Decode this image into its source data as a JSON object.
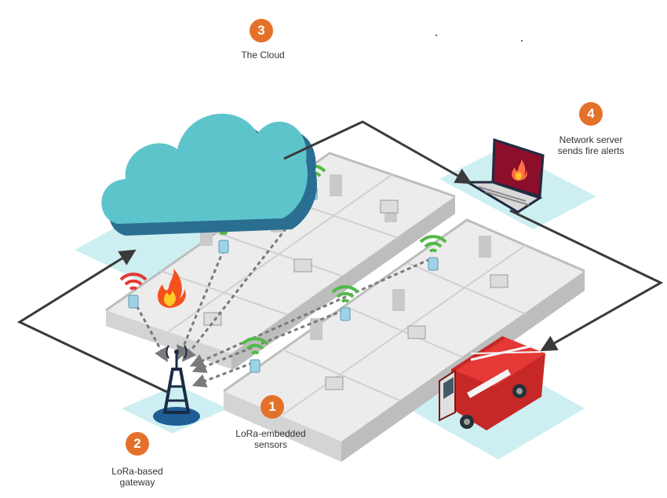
{
  "steps": [
    {
      "number": "3",
      "label_lines": [
        "The Cloud"
      ]
    },
    {
      "number": "4",
      "label_lines": [
        "Network server",
        "sends fire alerts"
      ]
    },
    {
      "number": "1",
      "label_lines": [
        "LoRa-embedded",
        "sensors"
      ]
    },
    {
      "number": "2",
      "label_lines": [
        "LoRa-based",
        "gateway"
      ]
    }
  ],
  "colors": {
    "accent_orange": "#e3712a",
    "cloud_light": "#5ec4cb",
    "cloud_dark": "#2a6e92",
    "platform_teal": "#cdeff2",
    "wifi_green": "#54b948",
    "wifi_red": "#e53935",
    "gateway_blue": "#1f5e96",
    "truck_red": "#c62828",
    "arrow_dark": "#3a3a3a"
  },
  "icons": [
    "cloud-icon",
    "laptop-icon",
    "fire-icon",
    "fire-truck-icon",
    "gateway-tower-icon",
    "wifi-signal-icon"
  ]
}
